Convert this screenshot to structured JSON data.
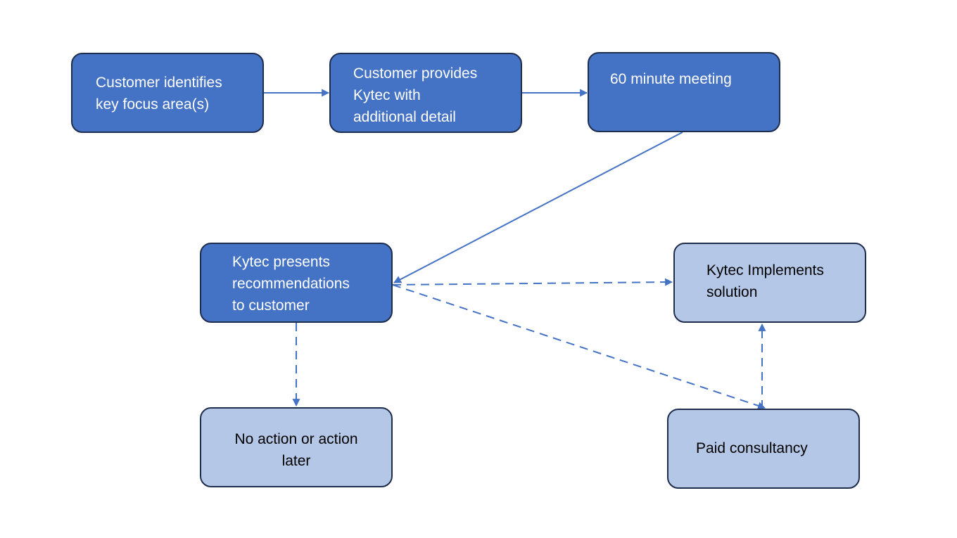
{
  "colors": {
    "primary_node": "#4472c4",
    "secondary_node": "#b4c7e7",
    "border": "#1f2d4d",
    "connector": "#4472c4"
  },
  "nodes": {
    "identify": {
      "label": "Customer identifies\nkey focus area(s)"
    },
    "provides": {
      "label": "Customer provides\nKytec with\nadditional detail"
    },
    "meeting": {
      "label": "60 minute meeting"
    },
    "presents": {
      "label": "Kytec presents\nrecommendations\nto customer"
    },
    "implements": {
      "label": "Kytec Implements\nsolution"
    },
    "no_action": {
      "label": "No action or action\nlater"
    },
    "paid": {
      "label": "Paid consultancy"
    }
  },
  "connections": [
    {
      "from": "identify",
      "to": "provides",
      "style": "solid"
    },
    {
      "from": "provides",
      "to": "meeting",
      "style": "solid"
    },
    {
      "from": "meeting",
      "to": "presents",
      "style": "solid"
    },
    {
      "from": "presents",
      "to": "implements",
      "style": "dashed"
    },
    {
      "from": "presents",
      "to": "paid",
      "style": "dashed"
    },
    {
      "from": "presents",
      "to": "no_action",
      "style": "dashed"
    },
    {
      "from": "paid",
      "to": "implements",
      "style": "dashed"
    }
  ]
}
